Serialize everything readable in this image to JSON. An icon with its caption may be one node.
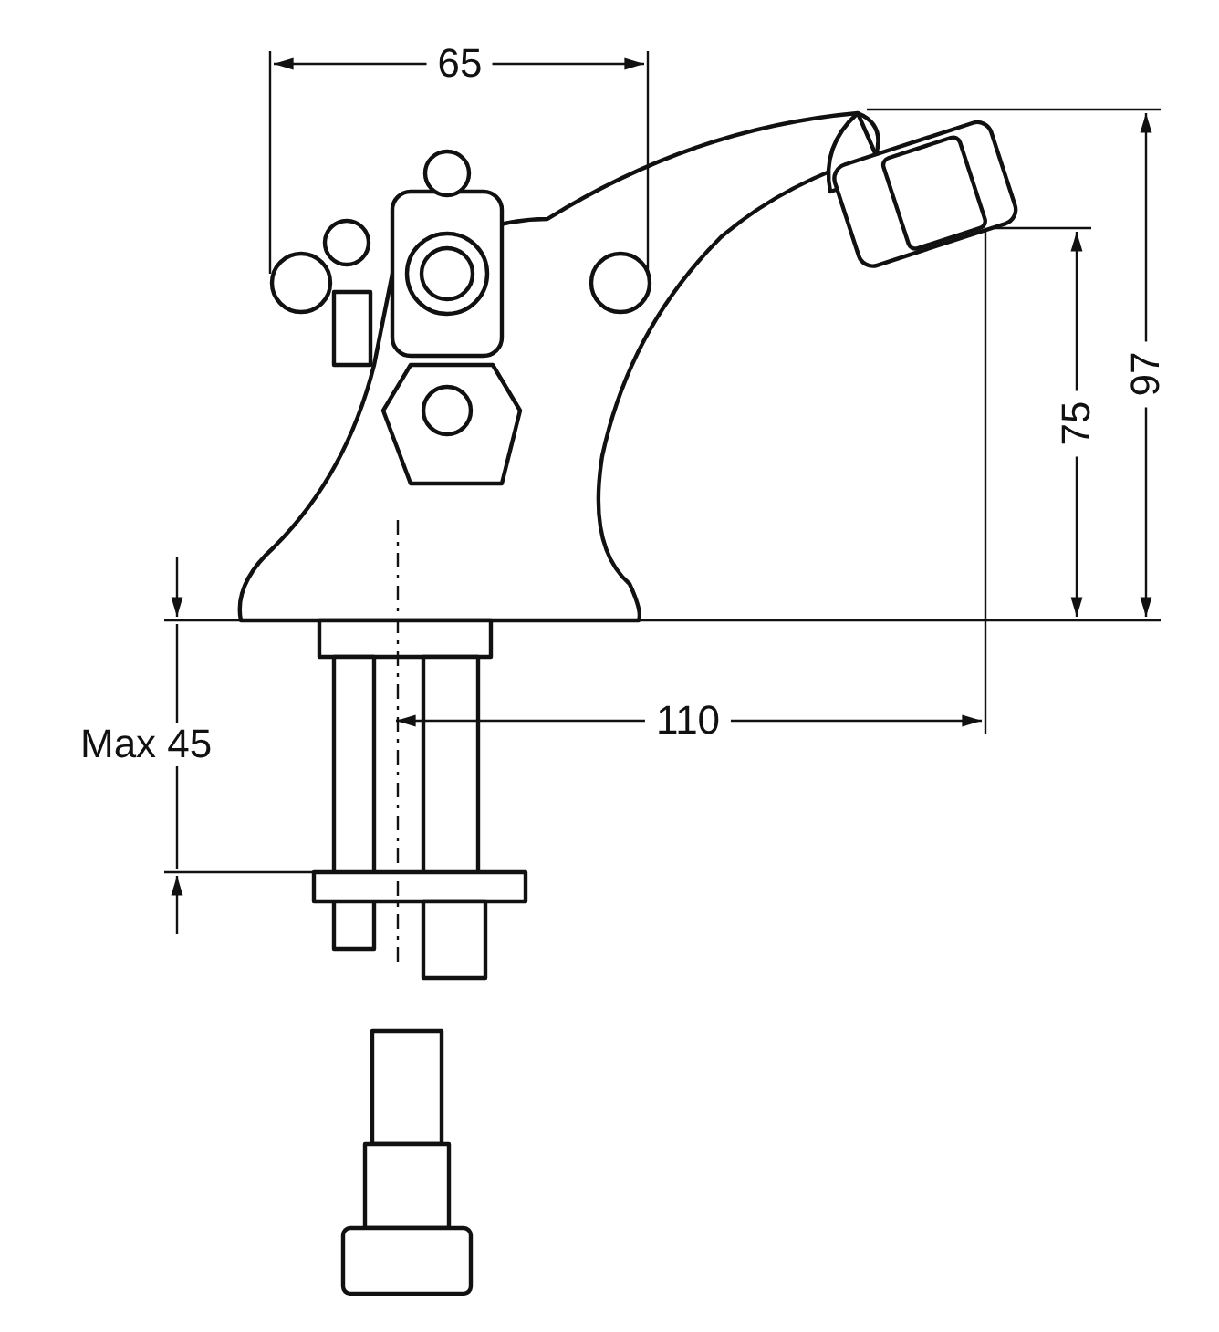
{
  "diagram": {
    "labels": [
      "65",
      "97",
      "75",
      "110",
      "Max 45"
    ]
  }
}
